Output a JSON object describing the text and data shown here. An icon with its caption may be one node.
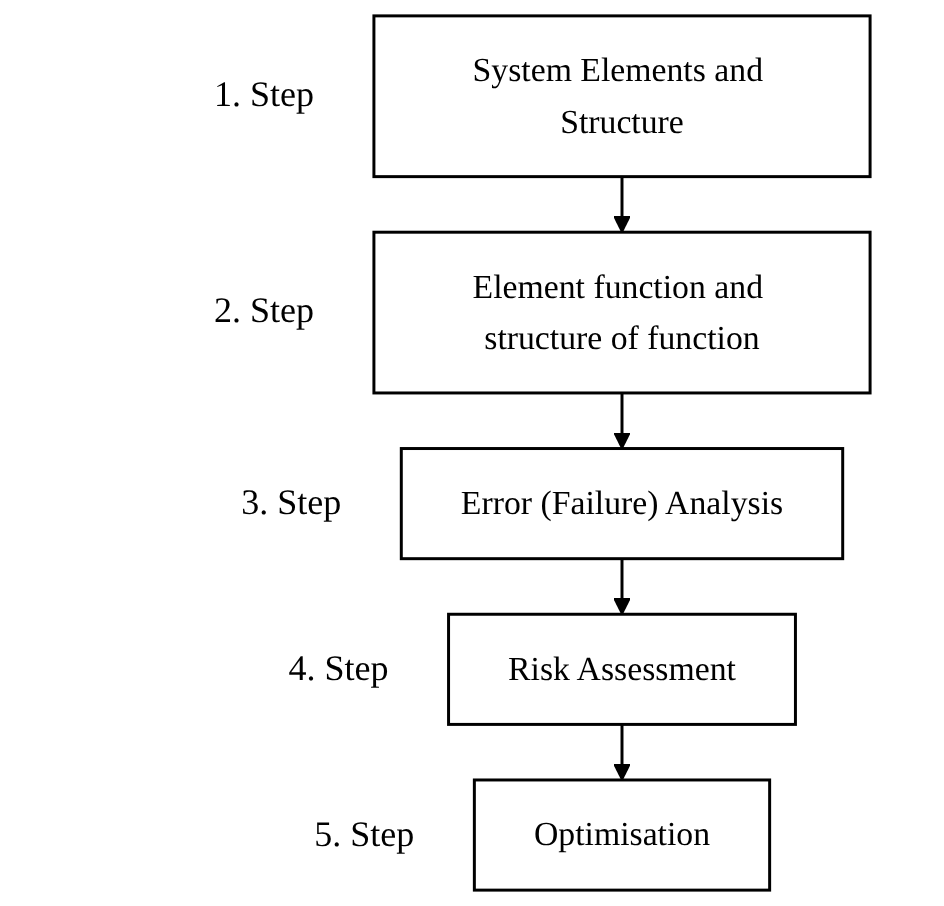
{
  "diagram": {
    "nodes": [
      {
        "text": [
          "System Elements and Structure"
        ],
        "beside": [
          "1. Step"
        ]
      },
      {
        "text": [
          "Element function and structure of function"
        ],
        "beside": [
          "2. Step"
        ]
      },
      {
        "text": [
          "Error (Failure) Analysis"
        ],
        "beside": [
          "3. Step"
        ]
      },
      {
        "text": [
          "Risk Assessment"
        ],
        "beside": [
          "4. Step"
        ]
      },
      {
        "text": [
          "Optimisation"
        ],
        "beside": [
          "5. Step"
        ]
      }
    ],
    "edges": [
      {
        "from": 0,
        "to": 1,
        "arrow": "to"
      },
      {
        "from": 1,
        "to": 2,
        "arrow": "to"
      },
      {
        "from": 2,
        "to": 3,
        "arrow": "to"
      },
      {
        "from": 3,
        "to": 4,
        "arrow": "to"
      }
    ]
  }
}
